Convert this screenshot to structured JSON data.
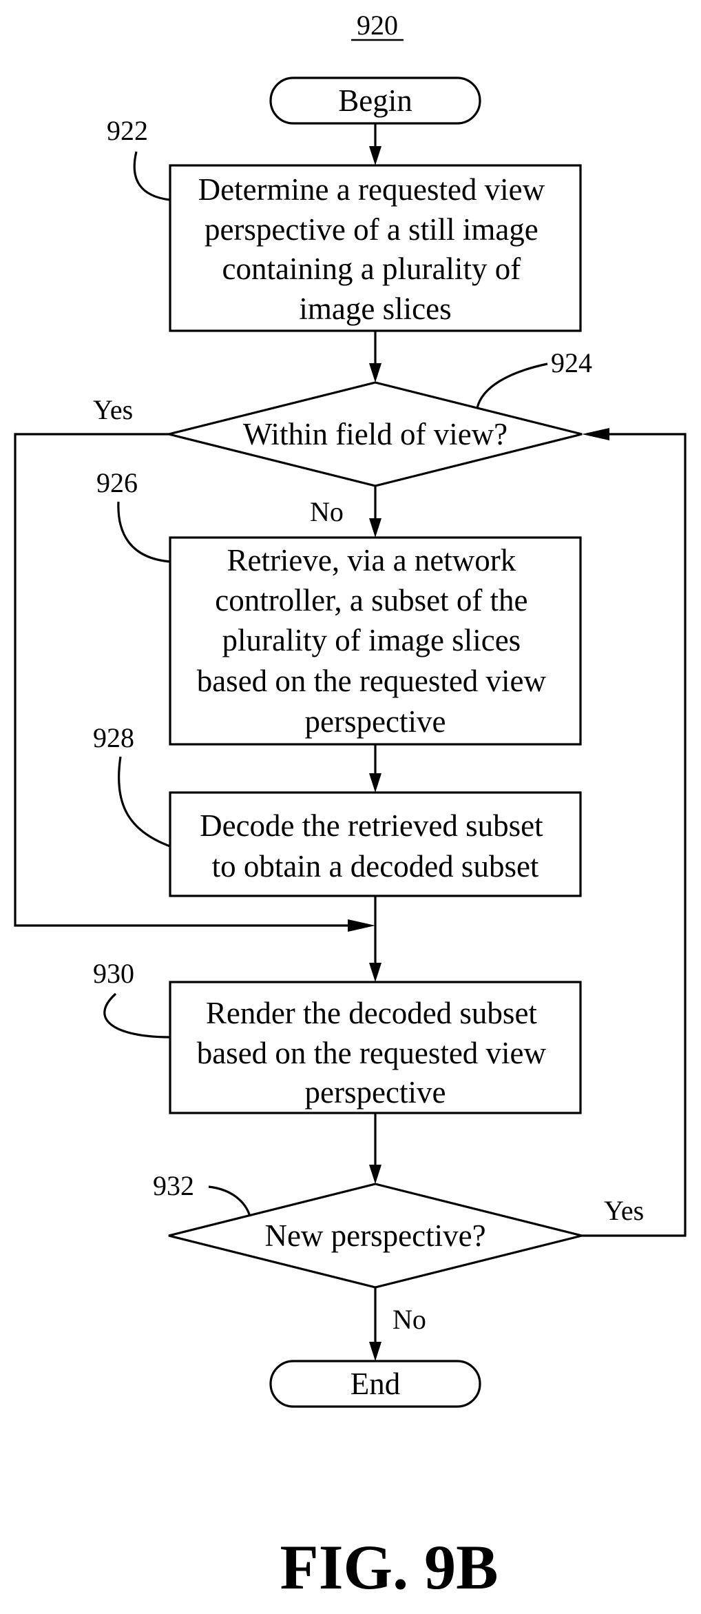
{
  "diagram": {
    "number": "920",
    "figure_label": "FIG. 9B",
    "nodes": {
      "begin": {
        "text": "Begin"
      },
      "determine": {
        "ref": "922",
        "lines": [
          "Determine a requested view",
          "perspective of a still image",
          "containing a plurality of",
          "image slices"
        ]
      },
      "within_fov": {
        "ref": "924",
        "text": "Within field of view?"
      },
      "retrieve": {
        "ref": "926",
        "lines": [
          "Retrieve, via a network",
          "controller, a subset of the",
          "plurality of image slices",
          "based on the requested view",
          "perspective"
        ]
      },
      "decode": {
        "ref": "928",
        "lines": [
          "Decode the retrieved subset",
          "to obtain a decoded subset"
        ]
      },
      "render": {
        "ref": "930",
        "lines": [
          "Render the decoded subset",
          "based on the requested view",
          "perspective"
        ]
      },
      "new_perspective": {
        "ref": "932",
        "text": "New perspective?"
      },
      "end": {
        "text": "End"
      }
    },
    "branches": {
      "fov_yes": "Yes",
      "fov_no": "No",
      "new_yes": "Yes",
      "new_no": "No"
    }
  }
}
